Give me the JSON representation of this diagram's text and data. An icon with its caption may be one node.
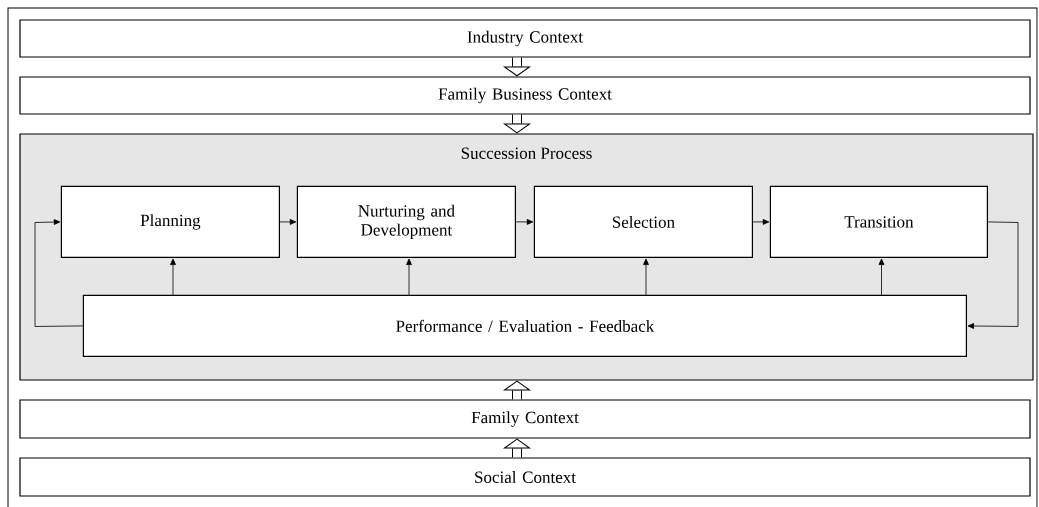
{
  "diagram": {
    "nodes": [
      {
        "text": [
          "Industry Context"
        ]
      },
      {
        "text": [
          "Family Business Context"
        ]
      },
      {
        "text": [
          "Succession Process"
        ]
      },
      {
        "text": [
          "Planning"
        ],
        "in": 2
      },
      {
        "text": [
          "Nurturing and Development"
        ],
        "in": 2
      },
      {
        "text": [
          "Selection"
        ],
        "in": 2
      },
      {
        "text": [
          "Transition"
        ],
        "in": 2
      },
      {
        "text": [
          "Performance / Evaluation - Feedback"
        ],
        "in": 2
      },
      {
        "text": [
          "Family Context"
        ]
      },
      {
        "text": [
          "Social Context"
        ]
      }
    ],
    "edges": [
      {
        "from": 0,
        "to": 1,
        "arrow": "to",
        "style": "thick"
      },
      {
        "from": 1,
        "to": 2,
        "arrow": "to",
        "style": "thick"
      },
      {
        "from": 3,
        "to": 4,
        "arrow": "to"
      },
      {
        "from": 4,
        "to": 5,
        "arrow": "to"
      },
      {
        "from": 5,
        "to": 6,
        "arrow": "to"
      },
      {
        "from": 6,
        "to": 7,
        "arrow": "to"
      },
      {
        "from": 7,
        "to": 3,
        "arrow": "to"
      },
      {
        "from": 7,
        "to": 3,
        "arrow": "to"
      },
      {
        "from": 7,
        "to": 4,
        "arrow": "to"
      },
      {
        "from": 7,
        "to": 5,
        "arrow": "to"
      },
      {
        "from": 7,
        "to": 6,
        "arrow": "to"
      },
      {
        "from": 8,
        "to": 2,
        "arrow": "to",
        "style": "thick"
      },
      {
        "from": 9,
        "to": 8,
        "arrow": "to",
        "style": "thick"
      }
    ]
  }
}
